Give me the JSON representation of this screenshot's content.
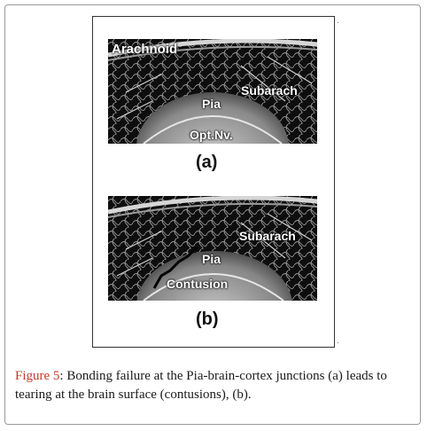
{
  "figure": {
    "panel_a": {
      "letter": "(a)",
      "labels": {
        "arachnoid": "Arachnoid",
        "subarach": "Subarach",
        "pia": "Pia",
        "opt_nv": "Opt.Nv."
      }
    },
    "panel_b": {
      "letter": "(b)",
      "labels": {
        "subarach": "Subarach",
        "pia": "Pia",
        "contusion": "Contusion"
      }
    },
    "tick_top": "·",
    "tick_bottom": "·"
  },
  "caption": {
    "label": "Figure 5",
    "text": ": Bonding failure at the Pia-brain-cortex junctions (a) leads to tearing at the brain surface (contusions), (b)."
  },
  "colors": {
    "caption_label": "#c0392b",
    "micrograph_bg": "#101010"
  }
}
